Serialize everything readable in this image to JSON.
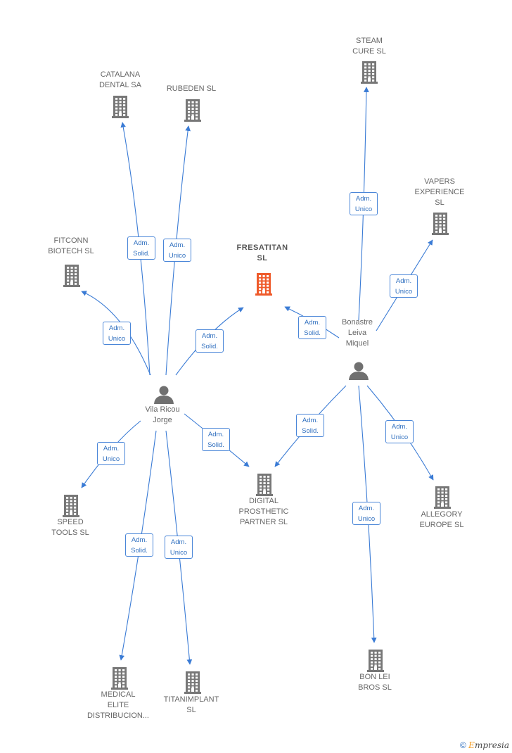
{
  "colors": {
    "edge": "#3a7bd5",
    "company": "#777777",
    "focal": "#ef5a2a",
    "person": "#707070"
  },
  "nodes": {
    "steam_cure": {
      "label": "STEAM\nCURE  SL",
      "icon": "building-icon"
    },
    "catalana_dental": {
      "label": "CATALANA\nDENTAL SA",
      "icon": "building-icon"
    },
    "rubeden": {
      "label": "RUBEDEN SL",
      "icon": "building-icon"
    },
    "vapers_experience": {
      "label": "VAPERS\nEXPERIENCE\nSL",
      "icon": "building-icon"
    },
    "fitconn_biotech": {
      "label": "FITCONN\nBIOTECH  SL",
      "icon": "building-icon"
    },
    "fresatitan": {
      "label": "FRESATITAN\nSL",
      "icon": "building-icon",
      "focal": true
    },
    "bonastre": {
      "label": "Bonastre\nLeiva\nMiquel",
      "icon": "person-icon"
    },
    "vila_ricou": {
      "label": "Vila Ricou\nJorge",
      "icon": "person-icon"
    },
    "speed_tools": {
      "label": "SPEED\nTOOLS  SL",
      "icon": "building-icon"
    },
    "digital_prosthetic": {
      "label": "DIGITAL\nPROSTHETIC\nPARTNER  SL",
      "icon": "building-icon"
    },
    "allegory_europe": {
      "label": "ALLEGORY\nEUROPE  SL",
      "icon": "building-icon"
    },
    "medical_elite": {
      "label": "MEDICAL\nELITE\nDISTRIBUCION...",
      "icon": "building-icon"
    },
    "titanimplant": {
      "label": "TITANIMPLANT\nSL",
      "icon": "building-icon"
    },
    "bon_lei_bros": {
      "label": "BON LEI\nBROS  SL",
      "icon": "building-icon"
    }
  },
  "edges": [
    {
      "from": "vila_ricou",
      "to": "catalana_dental",
      "label": "Adm.\nSolid."
    },
    {
      "from": "vila_ricou",
      "to": "rubeden",
      "label": "Adm.\nUnico"
    },
    {
      "from": "vila_ricou",
      "to": "fitconn_biotech",
      "label": "Adm.\nUnico"
    },
    {
      "from": "vila_ricou",
      "to": "fresatitan",
      "label": "Adm.\nSolid."
    },
    {
      "from": "vila_ricou",
      "to": "speed_tools",
      "label": "Adm.\nUnico"
    },
    {
      "from": "vila_ricou",
      "to": "digital_prosthetic",
      "label": "Adm.\nSolid."
    },
    {
      "from": "vila_ricou",
      "to": "medical_elite",
      "label": "Adm.\nSolid."
    },
    {
      "from": "vila_ricou",
      "to": "titanimplant",
      "label": "Adm.\nUnico"
    },
    {
      "from": "bonastre",
      "to": "steam_cure",
      "label": "Adm.\nUnico"
    },
    {
      "from": "bonastre",
      "to": "vapers_experience",
      "label": "Adm.\nUnico"
    },
    {
      "from": "bonastre",
      "to": "fresatitan",
      "label": "Adm.\nSolid."
    },
    {
      "from": "bonastre",
      "to": "digital_prosthetic",
      "label": "Adm.\nSolid."
    },
    {
      "from": "bonastre",
      "to": "allegory_europe",
      "label": "Adm.\nUnico"
    },
    {
      "from": "bonastre",
      "to": "bon_lei_bros",
      "label": "Adm.\nUnico"
    }
  ],
  "watermark": {
    "copyright": "©",
    "brand_first": "E",
    "brand_rest": "mpresia"
  }
}
